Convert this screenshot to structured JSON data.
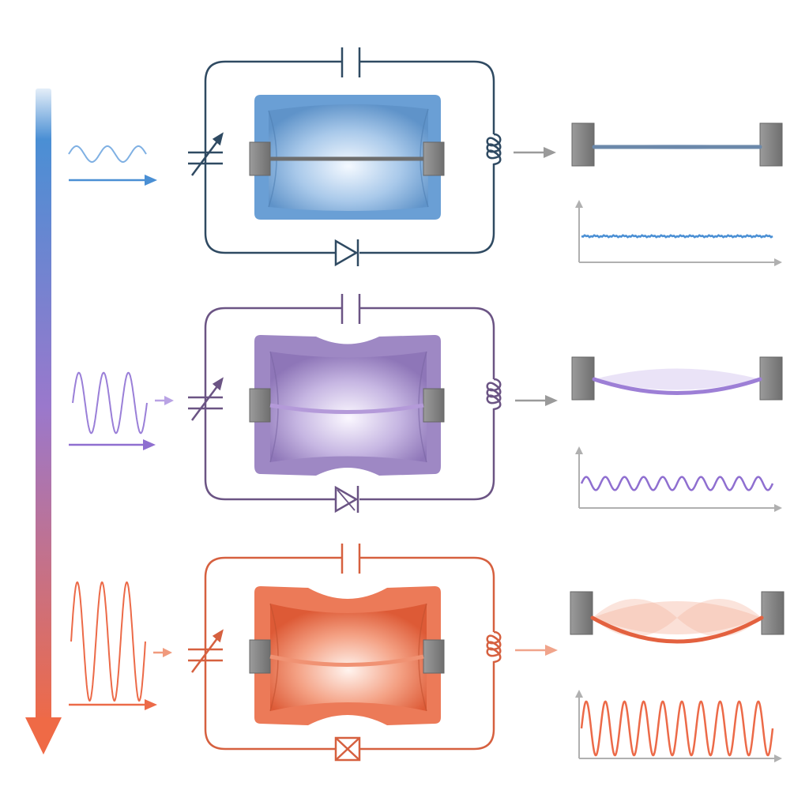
{
  "colors": {
    "blue": "#4a8fd4",
    "purple": "#8f6fd0",
    "orange": "#ec6a48",
    "circuit_blue": "#2f4a62",
    "circuit_purple": "#6b5484",
    "circuit_orange": "#d6603f",
    "arrow_gray": "#9a9a9a",
    "clamp_gray": "#8a8a8a"
  },
  "stages": [
    {
      "level": "low",
      "input_cycles": 2.5,
      "input_amplitude": 0.15,
      "string_deflection": 0,
      "output_amplitude": 0.0,
      "output_cycles": 0
    },
    {
      "level": "medium",
      "input_cycles": 3,
      "input_amplitude": 0.85,
      "string_deflection": 0.35,
      "output_amplitude": 0.45,
      "output_cycles": 10
    },
    {
      "level": "high",
      "input_cycles": 3,
      "input_amplitude": 1.0,
      "string_deflection": 0.6,
      "output_amplitude": 0.85,
      "output_cycles": 10
    }
  ]
}
